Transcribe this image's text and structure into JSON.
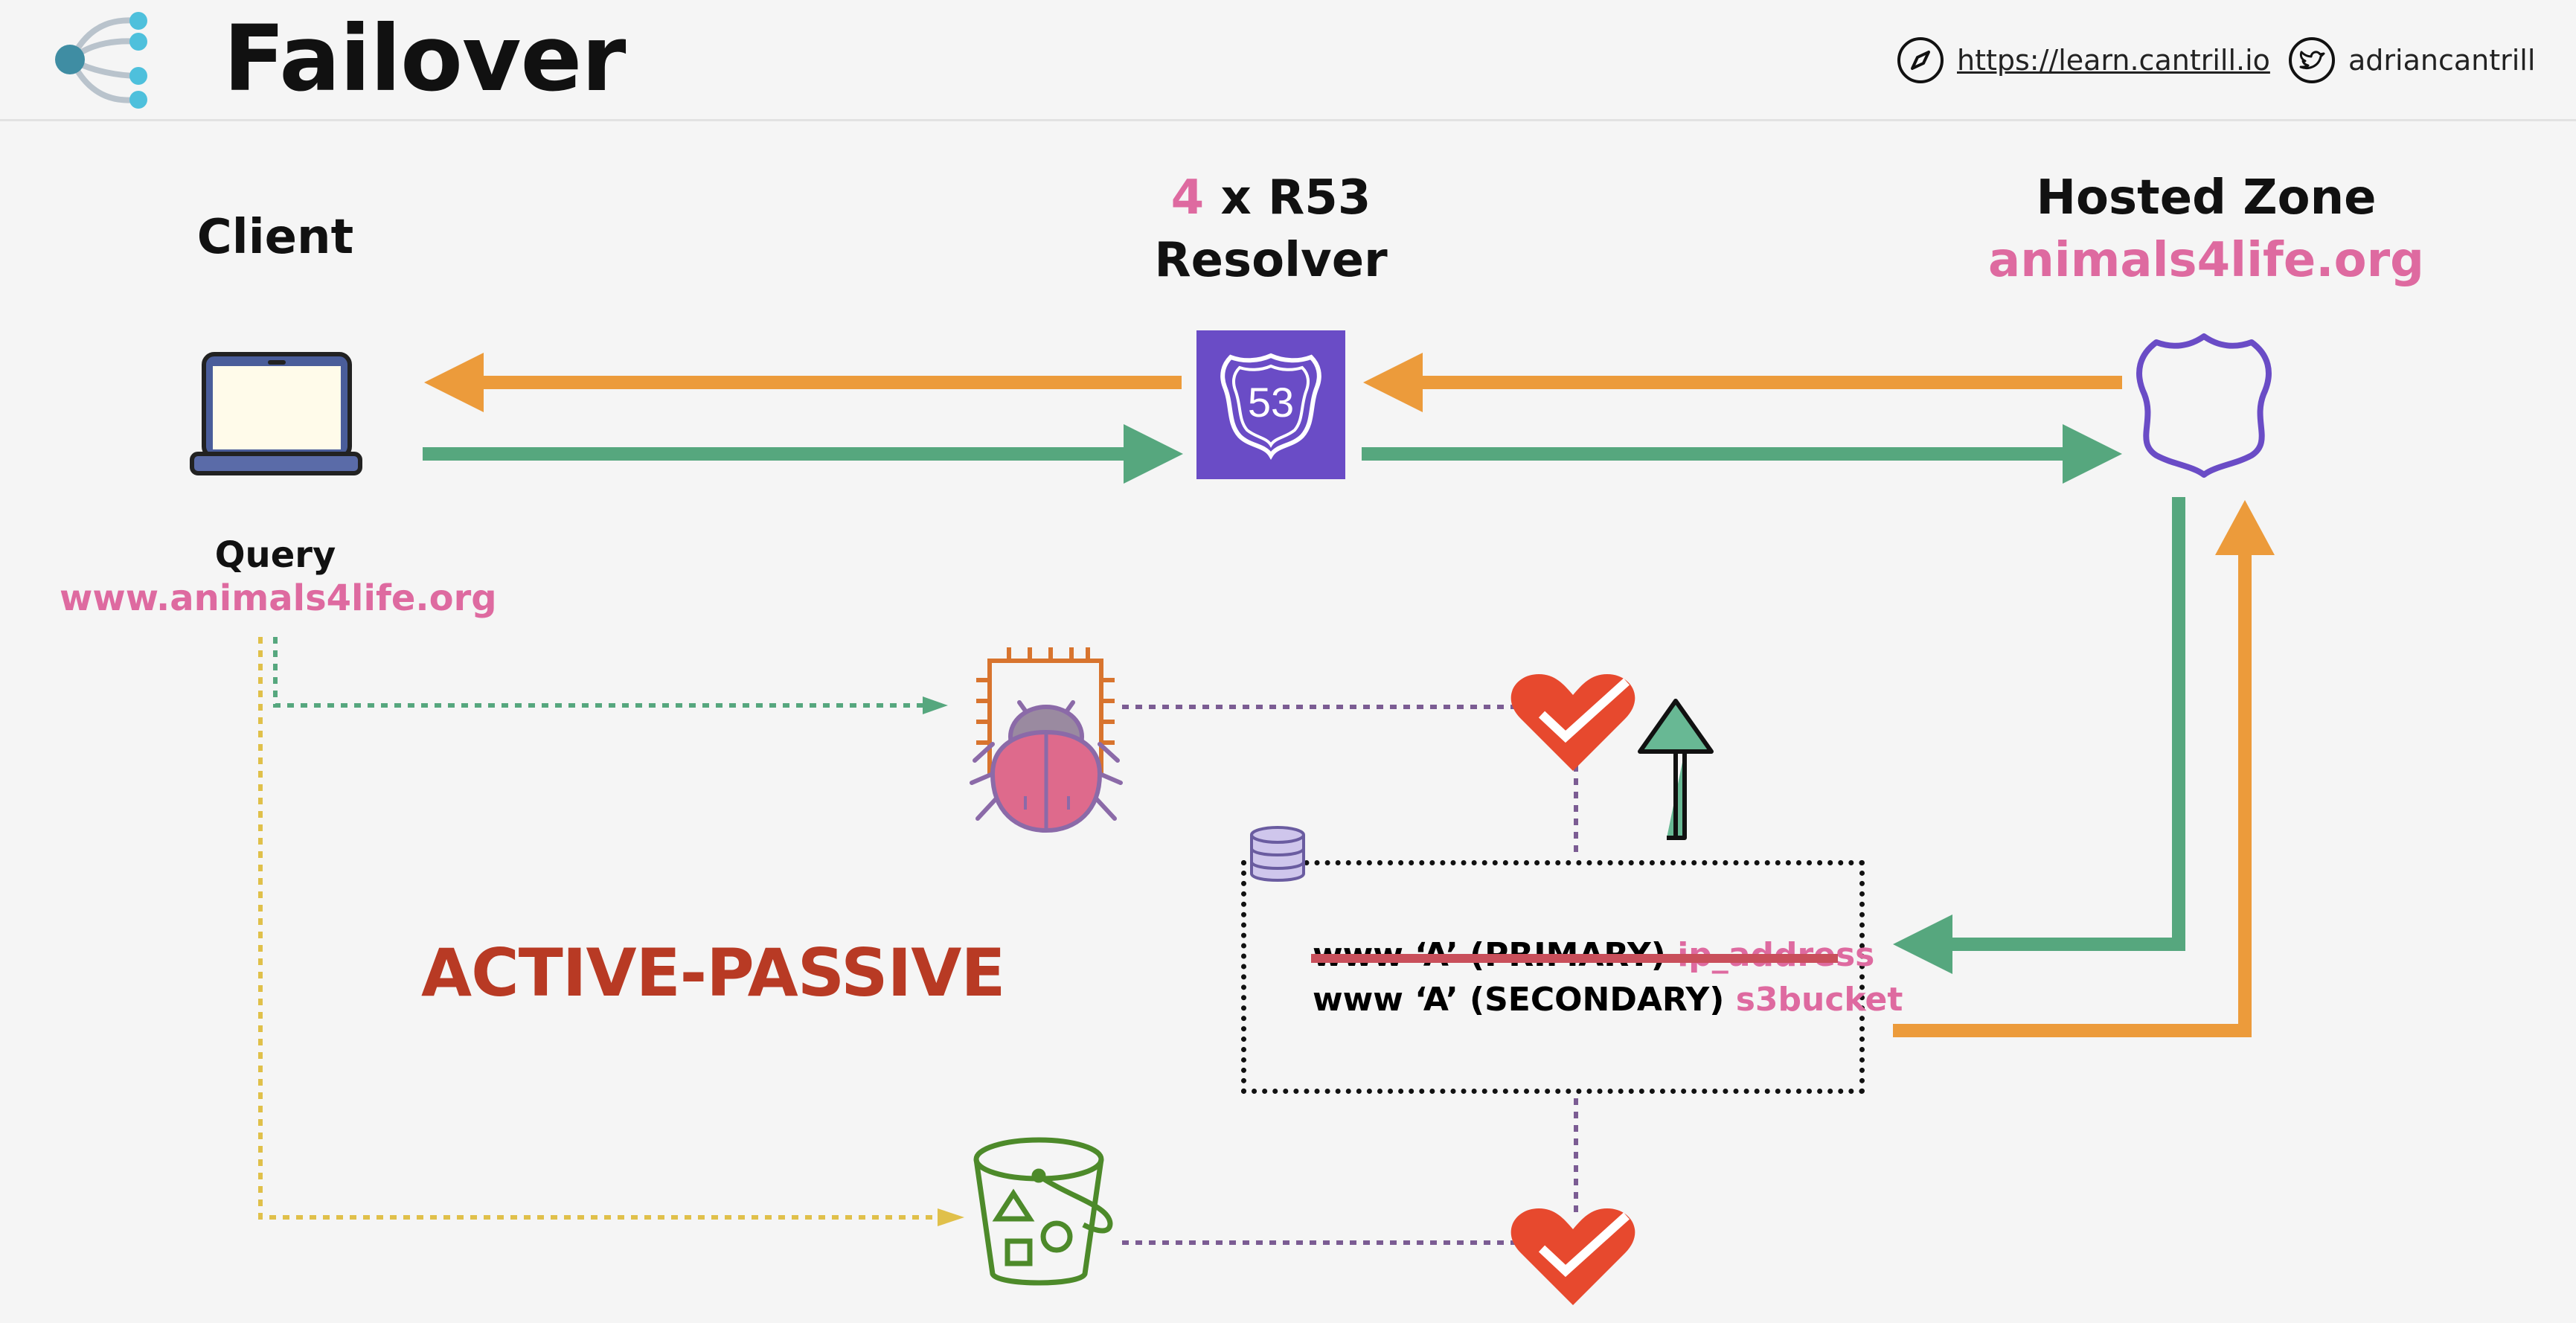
{
  "header": {
    "title": "Failover",
    "url": "https://learn.cantrill.io",
    "handle": "adriancantrill"
  },
  "client": {
    "label": "Client",
    "query_label": "Query",
    "query_domain": "www.animals4life.org"
  },
  "resolver": {
    "count": "4",
    "label_rest": " x R53",
    "label_line2": "Resolver",
    "icon_text": "53"
  },
  "hosted_zone": {
    "label": "Hosted Zone",
    "domain": "animals4life.org"
  },
  "mode_label": "ACTIVE-PASSIVE",
  "records": {
    "primary_name": "www ‘A’ (PRIMARY) ",
    "primary_target": "ip_address",
    "secondary_name": "www ‘A’ (SECONDARY) ",
    "secondary_target": "s3bucket"
  },
  "colors": {
    "orange": "#ec9b3b",
    "green": "#56a77e",
    "pink": "#de6aa0",
    "red_label": "#b83a24",
    "purple": "#6a4cc6",
    "yellow_dotted": "#e0c04a",
    "health_red": "#e7492e"
  },
  "icons": [
    "logo-icon",
    "compass-icon",
    "twitter-icon",
    "laptop-icon",
    "route53-icon",
    "hosted-zone-shield-icon",
    "ec2-chip-icon",
    "bug-icon",
    "health-check-icon",
    "database-icon",
    "s3-bucket-icon",
    "up-arrow-icon"
  ]
}
